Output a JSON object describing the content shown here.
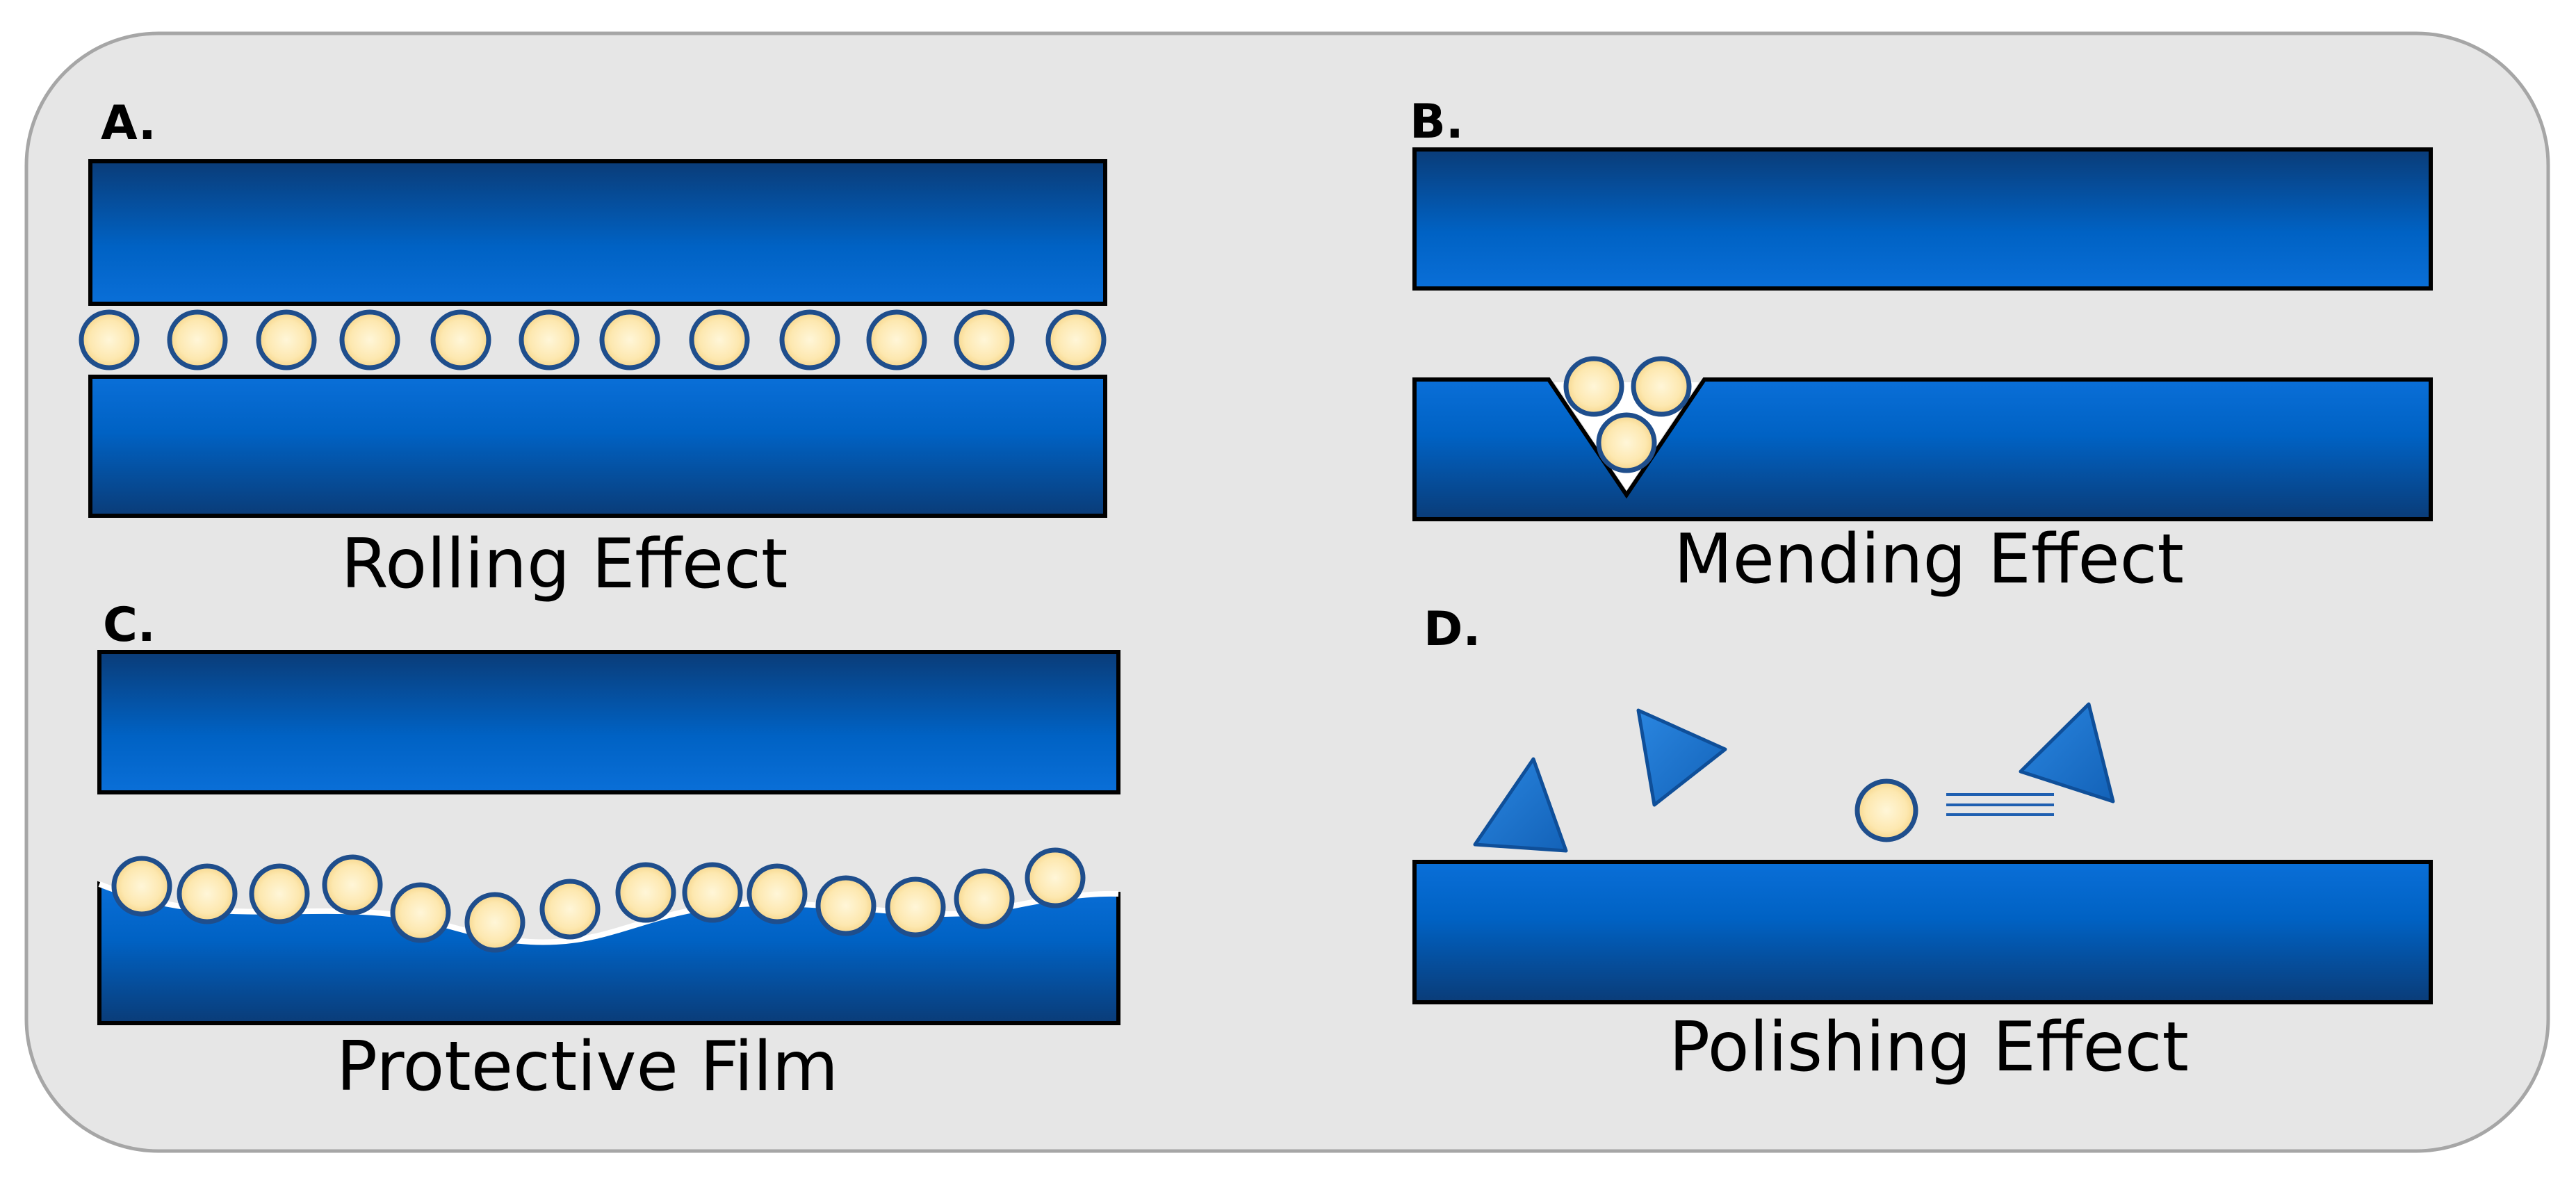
{
  "panels": {
    "a": {
      "letter": "A.",
      "caption": "Rolling Effect"
    },
    "b": {
      "letter": "B.",
      "caption": "Mending Effect"
    },
    "c": {
      "letter": "C.",
      "caption": "Protective Film"
    },
    "d": {
      "letter": "D.",
      "caption": "Polishing Effect"
    }
  },
  "colors": {
    "background": "#e6e6e6",
    "frame_border": "#a6a6a6",
    "surface_dark": "#0a3c78",
    "surface_mid": "#0062c4",
    "surface_light": "#0a6fd8",
    "particle_fill": "#fce3a4",
    "particle_center": "#fff6d8",
    "particle_stroke": "#1f4e8c",
    "abrasive_fill": "#1d6fc9",
    "abrasive_stroke": "#0f4f99"
  }
}
